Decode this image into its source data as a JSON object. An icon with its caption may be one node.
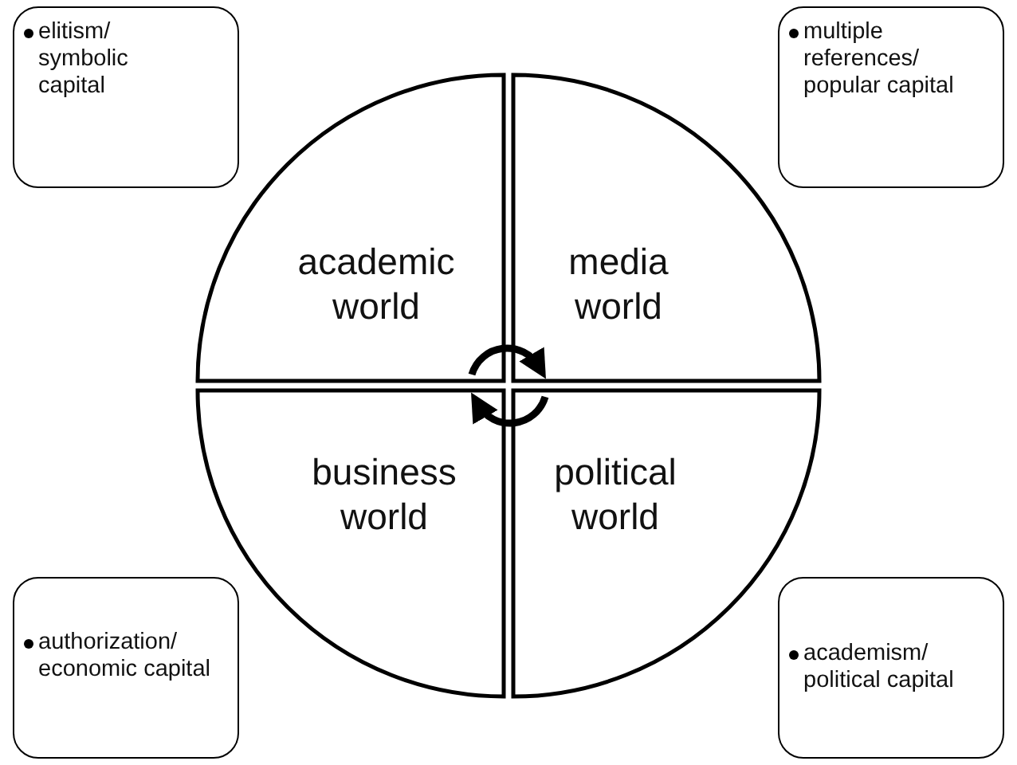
{
  "diagram": {
    "nodes": [
      {
        "text": [
          "elitism/ symbolic capital"
        ]
      },
      {
        "text": [
          "multiple references/ popular capital"
        ]
      },
      {
        "text": [
          "academic world"
        ]
      },
      {
        "text": [
          "media world"
        ]
      },
      {
        "text": [
          "business world"
        ]
      },
      {
        "text": [
          "political world"
        ]
      },
      {
        "text": [
          "authorization/ economic capital"
        ]
      },
      {
        "text": [
          "academism/ political capital"
        ]
      }
    ],
    "edges": [
      {
        "from": 2,
        "to": 3,
        "arrow": "to"
      },
      {
        "from": 5,
        "to": 4,
        "arrow": "to"
      }
    ]
  }
}
